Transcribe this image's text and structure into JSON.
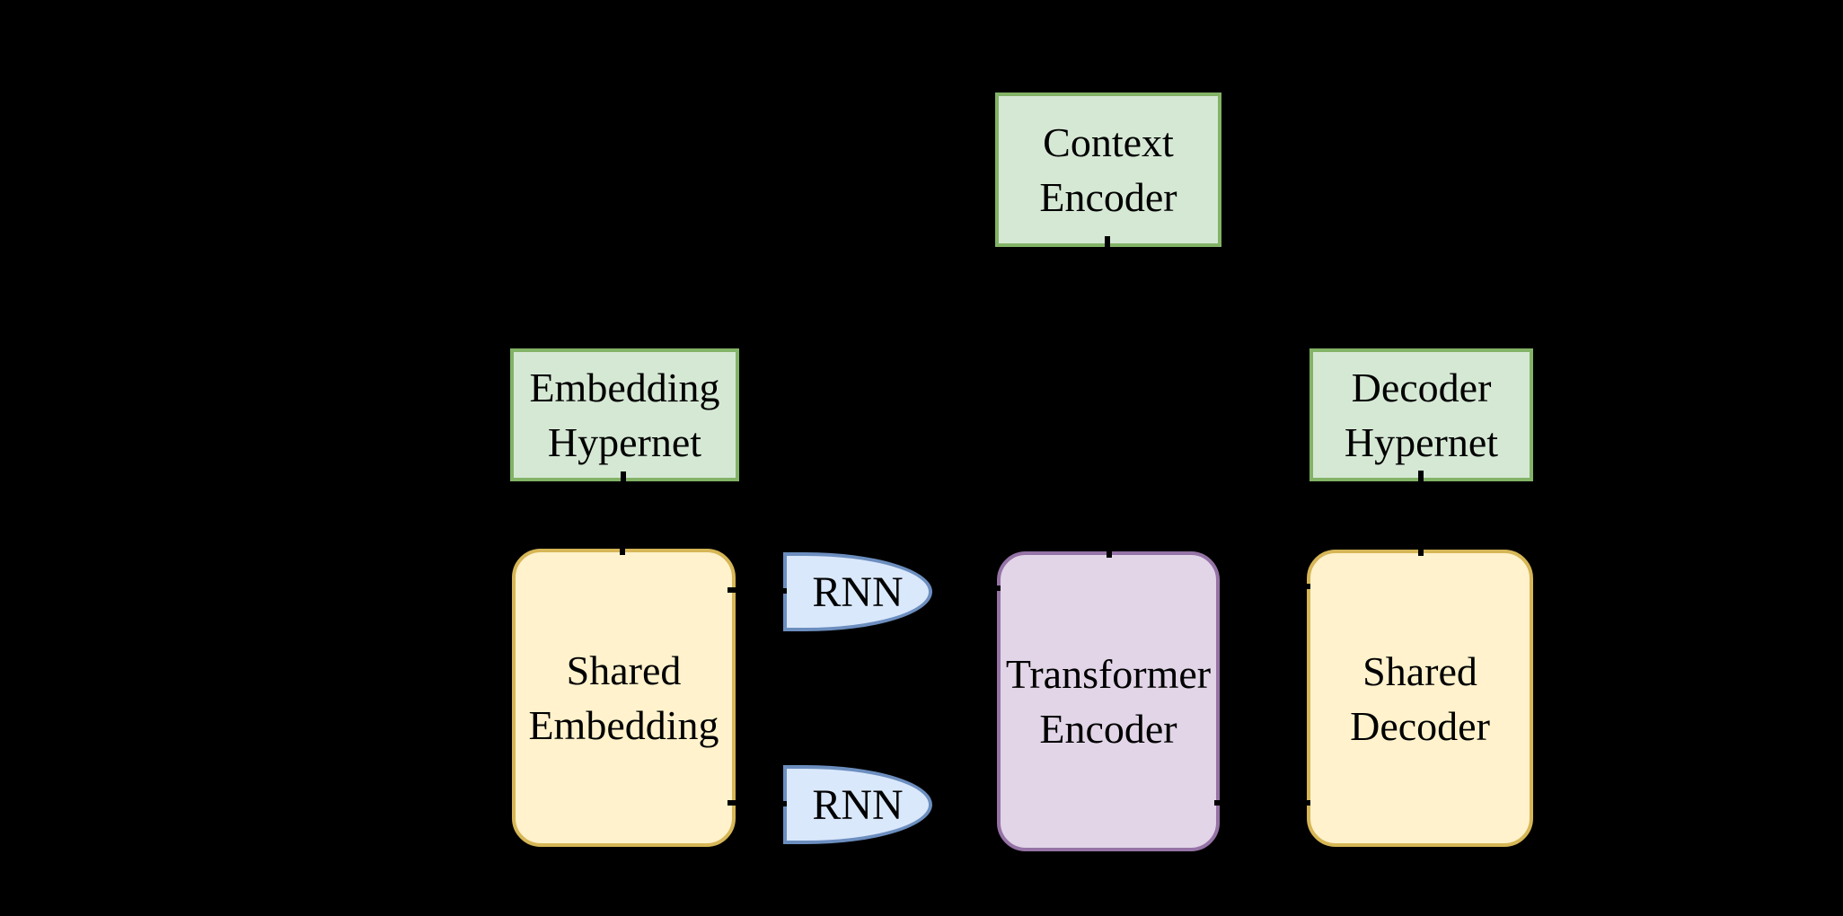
{
  "figure": {
    "type": "architecture-diagram",
    "background_color": "#000000",
    "text_color": "#000000",
    "nodes": {
      "context_encoder": {
        "lines": [
          "Context",
          "Encoder"
        ],
        "shape": "rectangle",
        "fill": "#d5e8d4",
        "stroke": "#82b366"
      },
      "embedding_hypernet": {
        "lines": [
          "Embedding",
          "Hypernet"
        ],
        "shape": "rectangle",
        "fill": "#d5e8d4",
        "stroke": "#82b366"
      },
      "decoder_hypernet": {
        "lines": [
          "Decoder",
          "Hypernet"
        ],
        "shape": "rectangle",
        "fill": "#d5e8d4",
        "stroke": "#82b366"
      },
      "shared_embedding": {
        "lines": [
          "Shared",
          "Embedding"
        ],
        "shape": "rounded-rectangle",
        "fill": "#fff2cc",
        "stroke": "#d6b656"
      },
      "transformer_encoder": {
        "lines": [
          "Transformer",
          "Encoder"
        ],
        "shape": "rounded-rectangle",
        "fill": "#e1d5e7",
        "stroke": "#9673a6"
      },
      "shared_decoder": {
        "lines": [
          "Shared",
          "Decoder"
        ],
        "shape": "rounded-rectangle",
        "fill": "#fff2cc",
        "stroke": "#d6b656"
      },
      "rnn_top": {
        "lines": [
          "RNN"
        ],
        "shape": "delay",
        "fill": "#dae8fc",
        "stroke": "#6c8ebf"
      },
      "rnn_bottom": {
        "lines": [
          "RNN"
        ],
        "shape": "delay",
        "fill": "#dae8fc",
        "stroke": "#6c8ebf"
      }
    }
  }
}
